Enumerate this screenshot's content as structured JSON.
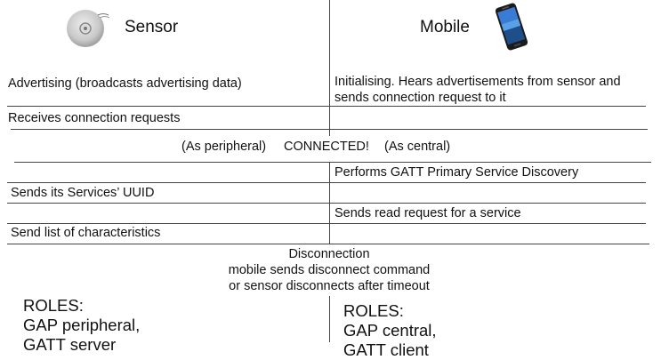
{
  "header": {
    "sensor_title": "Sensor",
    "mobile_title": "Mobile",
    "sensor_icon": "sensor-puck-icon",
    "mobile_icon": "smartphone-icon"
  },
  "rows": {
    "advertising": "Advertising (broadcasts advertising data)",
    "initialising_1": "Initialising. Hears advertisements from sensor and",
    "initialising_2": "sends connection request to it",
    "receives_requests": "Receives connection requests",
    "connected_peripheral": "(As peripheral)",
    "connected_label": "CONNECTED!",
    "connected_central": "(As central)",
    "gatt_discovery": "Performs GATT Primary Service Discovery",
    "sends_uuid": "Sends its Services’ UUID",
    "read_request": "Sends read request for a service",
    "send_characteristics": "Send list of characteristics",
    "disconnection_title": "Disconnection",
    "disconnection_line1": "mobile sends disconnect command",
    "disconnection_line2": "or sensor disconnects after timeout"
  },
  "roles": {
    "sensor_title": "ROLES:",
    "sensor_line1": "GAP peripheral,",
    "sensor_line2": "GATT server",
    "mobile_title": "ROLES:",
    "mobile_line1": "GAP central,",
    "mobile_line2": "GATT client"
  }
}
